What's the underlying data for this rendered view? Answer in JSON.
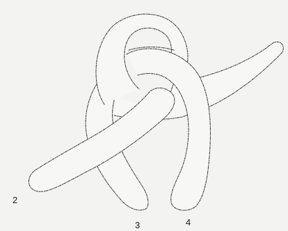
{
  "diagram": {
    "labels": {
      "strand_2": "2",
      "strand_3": "3",
      "strand_4": "4"
    },
    "colors": {
      "background": "#f3f3f1",
      "rope": "#f7f7f5",
      "outline": "#444444"
    }
  }
}
